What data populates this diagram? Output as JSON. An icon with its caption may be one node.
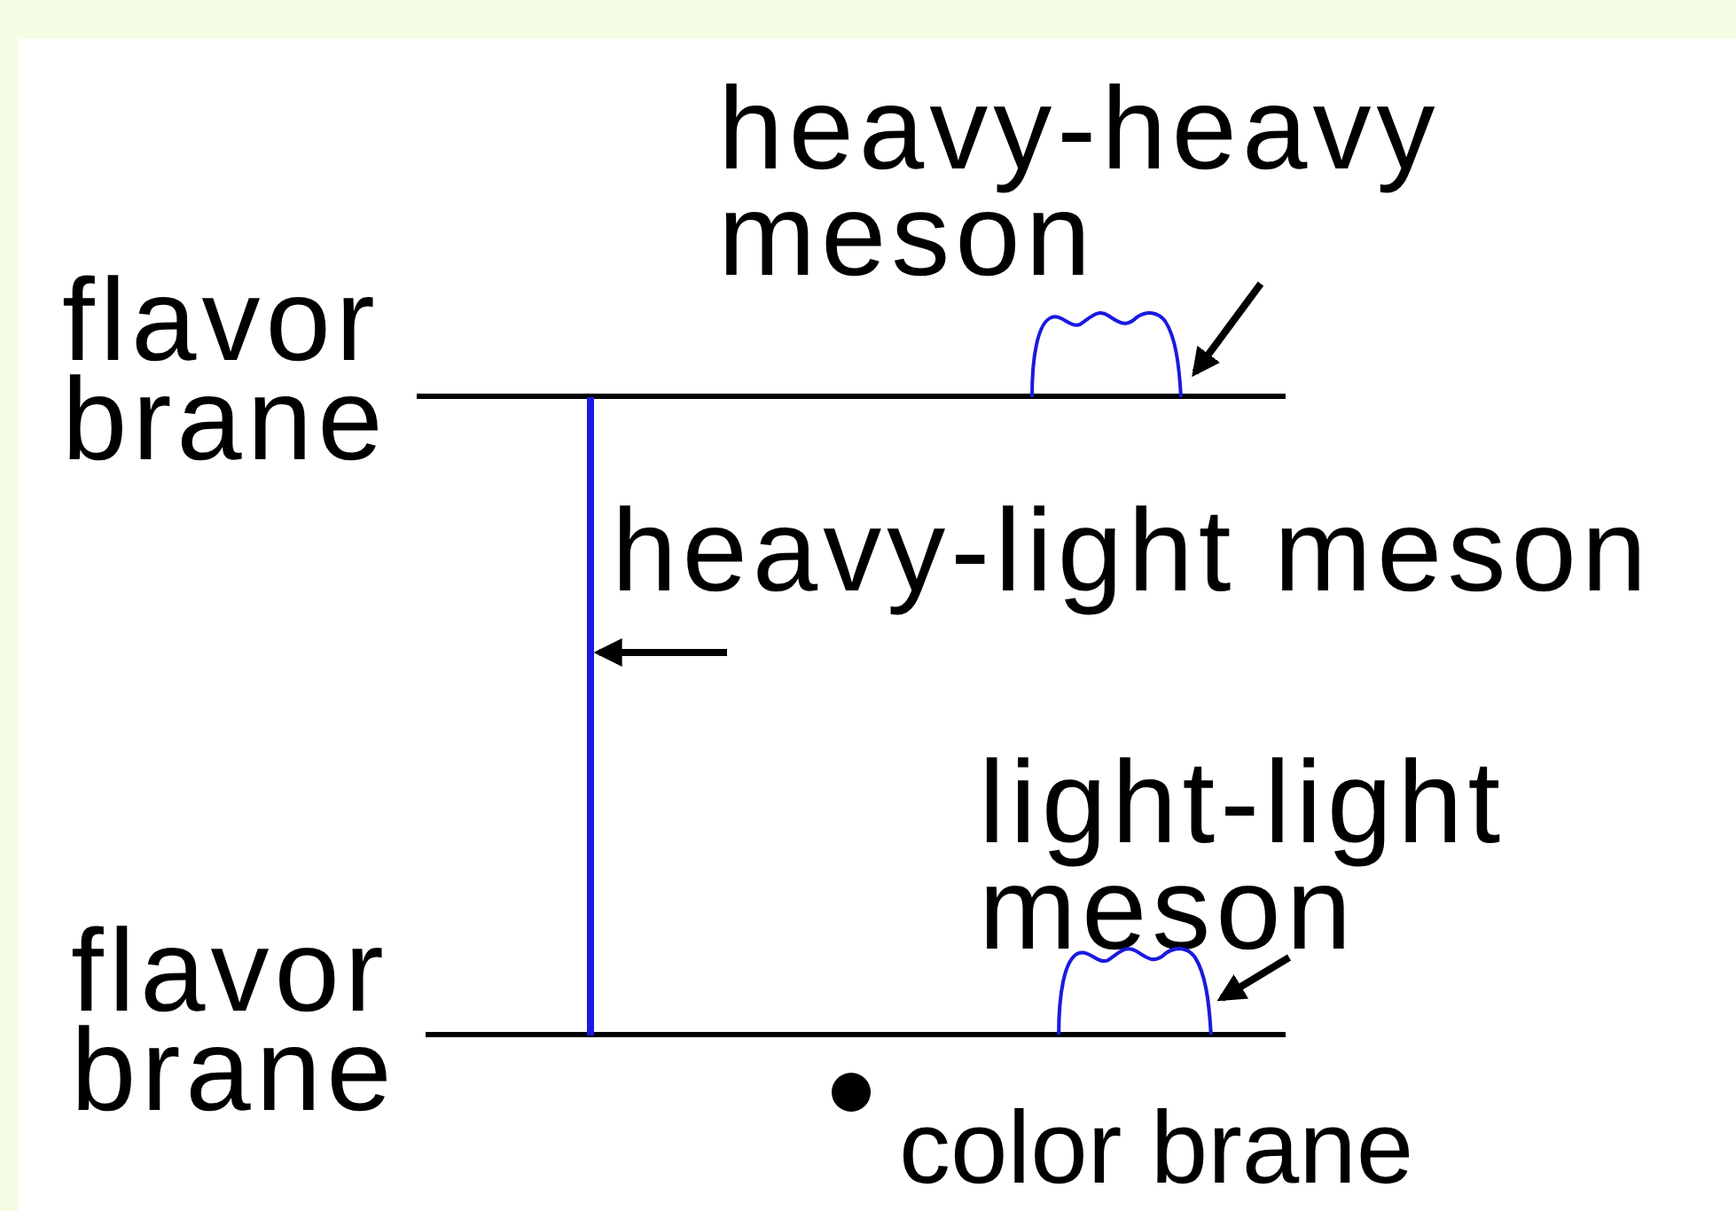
{
  "diagram": {
    "nodes": [
      {
        "text": [
          "flavor brane"
        ]
      },
      {
        "text": [
          "flavor brane"
        ]
      },
      {
        "text": [
          "heavy-heavy meson"
        ]
      },
      {
        "text": [],
        "shape": "picture"
      },
      {
        "text": [
          "heavy-light meson"
        ]
      },
      {
        "text": [],
        "shape": "bar"
      },
      {
        "text": [
          "light-light meson"
        ]
      },
      {
        "text": [],
        "shape": "picture"
      }
    ],
    "edges": [
      {
        "from": 2,
        "to": 3,
        "arrow": "to"
      },
      {
        "from": 4,
        "to": 5,
        "arrow": "to"
      },
      {
        "from": 6,
        "to": 7,
        "arrow": "to"
      }
    ],
    "labels": [
      "color brane"
    ]
  }
}
